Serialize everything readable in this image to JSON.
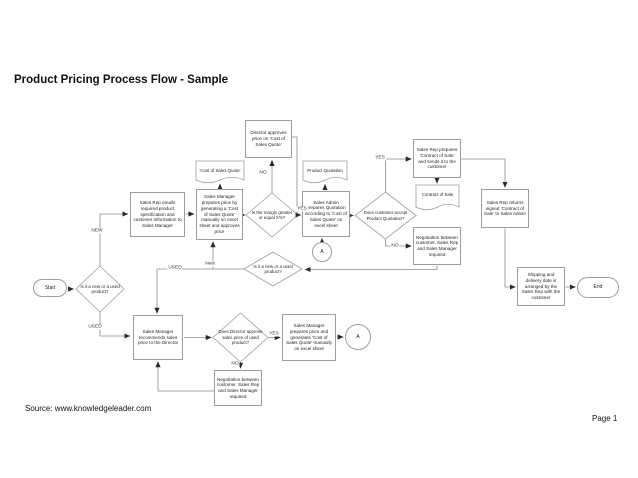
{
  "title": "Product Pricing Process Flow - Sample",
  "footer": {
    "source": "Source: www.knowledgeleader.com",
    "page": "Page 1"
  },
  "colors": {
    "shape_border": "#9e9e9e",
    "connector": "#8c8c8c",
    "arrow": "#2b2b2b",
    "text": "#1f1f1f",
    "background": "#ffffff"
  },
  "nodes": {
    "start": "Start",
    "new_used_1": "Is it a new or a used product?",
    "sales_rep_emails": "Sales Rep emails required product specification and customer information to Sales Manager",
    "sm_prepares_new": "Sales Manager prepares price by generating a 'Cost of Sales Quote' manually on excel sheet and approves price",
    "doc_cost_of_sales_quote": "'Cost of Sales Quote'",
    "margin_check": "Is the margin greater or equal X%?",
    "director_approves": "Director approves price on 'Cost of Sales Quote'",
    "doc_product_quotation": "Product Quotation",
    "sales_admin_prepares": "Sales Admin prepares Quotation according to 'Cost of Sales Quote' on excel sheet",
    "connector_a_top": "A",
    "customer_accept": "Does customer accept Product Quotation?",
    "sales_rep_contract": "Sales Rep prepares 'Contract of Sale' and sends it to the customer",
    "doc_contract_of_sale": "Contract of Sale",
    "sales_rep_returns": "Sales Rep returns signed 'Contract of Sale' to Sales Admin",
    "negotiation_top": "Negotiation between customer, Sales Rep and Sales Manager required",
    "shipping": "Shipping and delivery date is arranged by the Sales Rep with the customer",
    "end": "End",
    "new_used_2": "Is it a new or a used product?",
    "sm_recommends": "Sales Manager recommends sales price to the Director",
    "director_approve_used": "Does Director approve sales price of used product?",
    "sm_prepares_used": "Sales Manager prepares price and generates 'Cost of Sales Quote' manually on excel sheet",
    "connector_a_bottom": "A",
    "negotiation_bottom": "Negotiation between customer, Sales Rep and Sales Manager required"
  },
  "labels": {
    "branch_new_1": "NEW",
    "branch_used_1": "USED",
    "margin_no": "NO",
    "margin_yes": "YES",
    "accept_yes": "YES",
    "accept_no": "NO",
    "branch_new_2": "New",
    "branch_used_2": "USED",
    "director_yes": "YES",
    "director_no": "NO"
  }
}
